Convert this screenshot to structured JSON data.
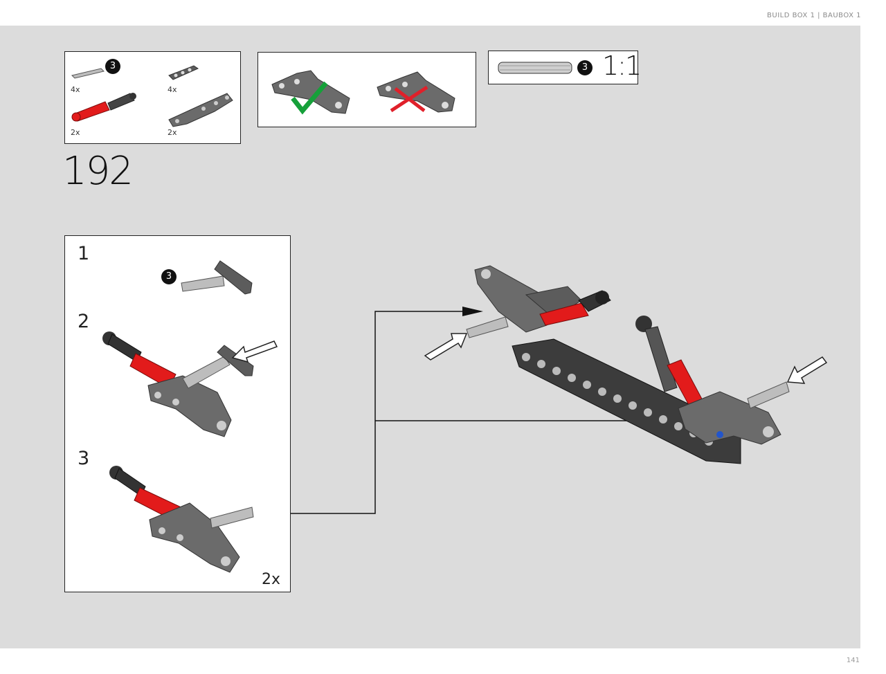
{
  "header": {
    "breadcrumb": "BUILD BOX 1 | BAUBOX 1"
  },
  "footer": {
    "page_number": "141"
  },
  "parts_list": {
    "items": [
      {
        "qty": "4x",
        "icon": "axle-3-icon",
        "badge": "3"
      },
      {
        "qty": "4x",
        "icon": "beam-3-icon"
      },
      {
        "qty": "2x",
        "icon": "shock-absorber-icon"
      },
      {
        "qty": "2x",
        "icon": "angled-beam-icon"
      }
    ]
  },
  "orientation_hint": {
    "correct_icon": "check-icon",
    "wrong_icon": "cross-icon"
  },
  "scale_callout": {
    "badge": "3",
    "ratio": "1:1"
  },
  "step": {
    "number": "192"
  },
  "sub_assembly": {
    "steps": [
      {
        "number": "1",
        "badge": "3"
      },
      {
        "number": "2"
      },
      {
        "number": "3"
      }
    ],
    "multiplier": "2x"
  },
  "colors": {
    "background": "#dcdcdc",
    "part_red": "#e21b1b",
    "part_grey": "#6b6b6b",
    "check": "#16a03a",
    "cross": "#e0202a"
  }
}
